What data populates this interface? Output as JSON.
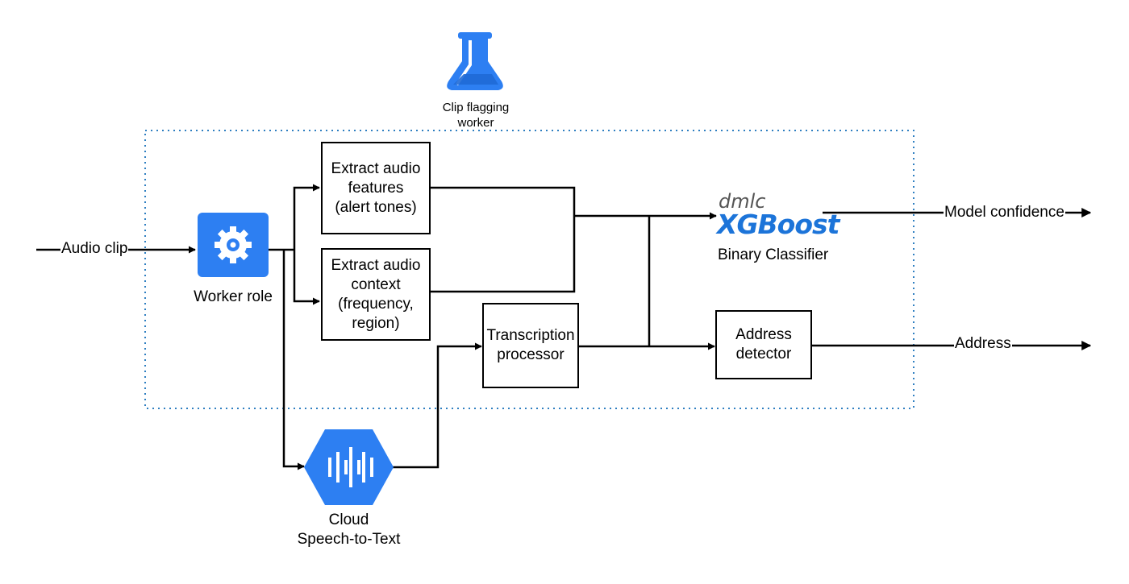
{
  "inputs": {
    "audio_clip": "Audio clip"
  },
  "outputs": {
    "model_confidence": "Model confidence",
    "address": "Address"
  },
  "worker_group": {
    "title_line1": "Clip flagging",
    "title_line2": "worker",
    "icon": "flask-icon"
  },
  "worker_role": {
    "label": "Worker role",
    "icon": "gear-icon"
  },
  "extract_features": {
    "line1": "Extract audio",
    "line2": "features",
    "line3": "(alert tones)"
  },
  "extract_context": {
    "line1": "Extract audio",
    "line2": "context",
    "line3": "(frequency,",
    "line4": "region)"
  },
  "transcription": {
    "line1": "Transcription",
    "line2": "processor"
  },
  "classifier": {
    "brand_prefix": "dmlc",
    "brand_name": "XGBoost",
    "label": "Binary Classifier"
  },
  "address_detector": {
    "line1": "Address",
    "line2": "detector"
  },
  "speech_to_text": {
    "line1": "Cloud",
    "line2": "Speech-to-Text",
    "icon": "speech-waveform-icon"
  },
  "colors": {
    "accent": "#2d7ff2",
    "accent_dark": "#1f6ad6",
    "xgboost_blue": "#1c74d9",
    "group_border": "#2f7fc1"
  }
}
